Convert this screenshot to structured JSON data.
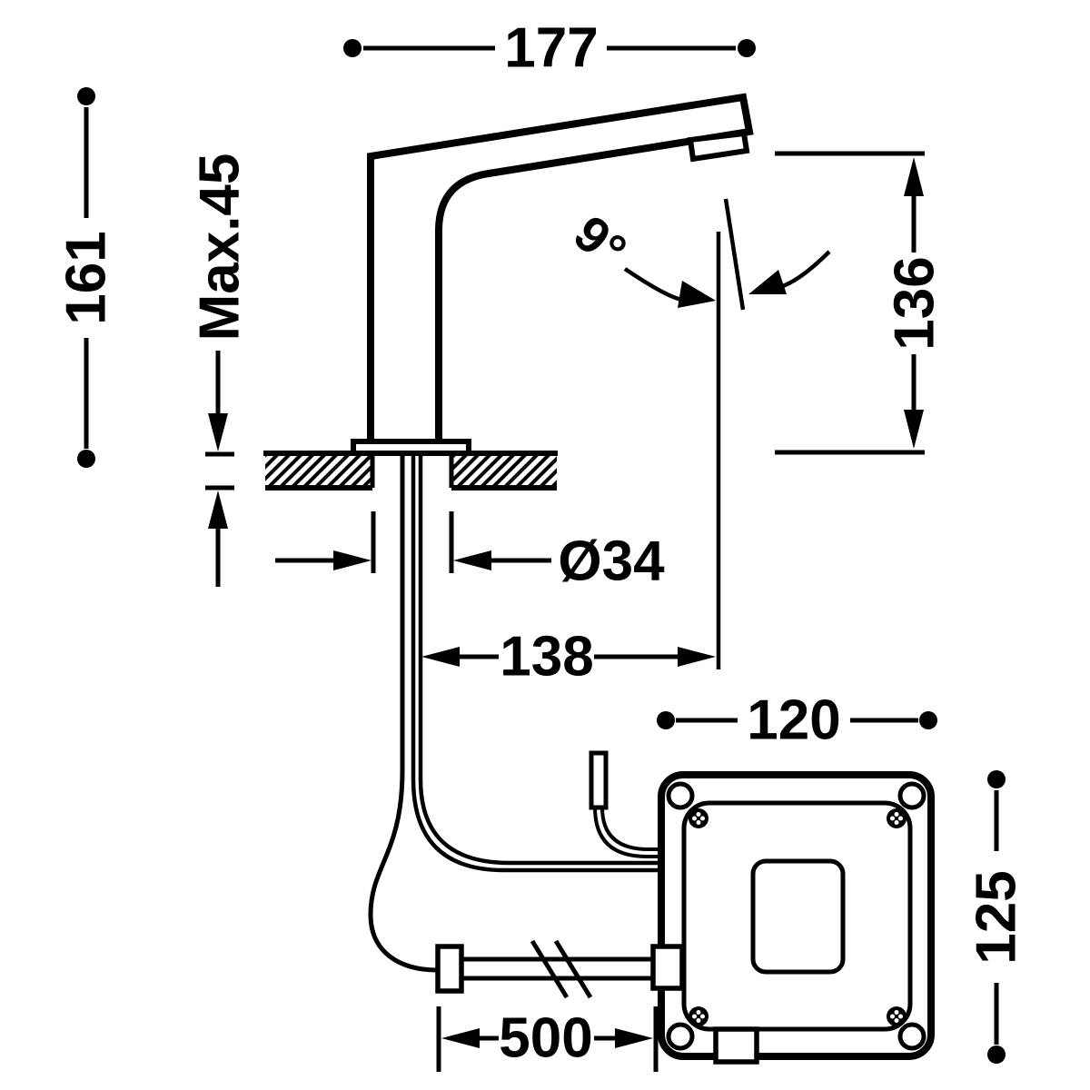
{
  "drawing": {
    "background": "#ffffff",
    "ink": "#000000",
    "labels": {
      "spout_reach": "177",
      "height_above_deck": "161",
      "max_deck_thickness": "Max.45",
      "spray_angle": "9°",
      "outlet_height": "136",
      "hole_diameter": "Ø34",
      "spray_offset": "138",
      "box_width": "120",
      "box_height": "125",
      "hose_length": "500"
    }
  }
}
